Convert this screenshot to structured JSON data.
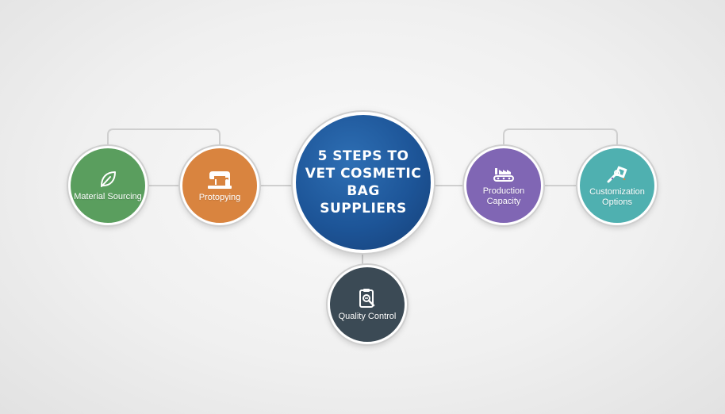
{
  "diagram": {
    "title": "5 Steps to Vet Cosmetic Bag Suppliers",
    "steps": [
      {
        "label": "Material Sourcing",
        "icon": "leaf-icon",
        "color": "#5a9e5e"
      },
      {
        "label": "Protopying",
        "icon": "sewing-machine-icon",
        "color": "#d9843f"
      },
      {
        "label": "Production Capacity",
        "icon": "factory-conveyor-icon",
        "color": "#8066b4"
      },
      {
        "label": "Customization Options",
        "icon": "tools-icon",
        "color": "#4fb0b0"
      },
      {
        "label": "Quality Control",
        "icon": "clipboard-magnifier-icon",
        "color": "#3b4a55"
      }
    ],
    "center_color": "#1d5598",
    "connector_color": "#cfcfcf"
  }
}
